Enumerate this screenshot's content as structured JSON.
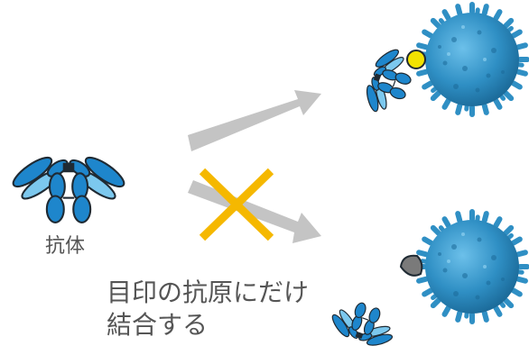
{
  "labels": {
    "antibody": "抗体",
    "caption_line1": "目印の抗原にだけ",
    "caption_line2": "結合する"
  },
  "colors": {
    "antibody_heavy": "#1e86cc",
    "antibody_light": "#7cc8ee",
    "antibody_outline": "#1f2a33",
    "cell": "#2f8fc4",
    "cell_dark": "#1b6a99",
    "antigen_match": "#f2e200",
    "antigen_nomatch": "#7a7a7a",
    "arrow": "#c4c4c4",
    "cross": "#f5b800",
    "text": "#555555"
  },
  "icons": {
    "antibody": "y-shaped-antibody-icon",
    "cell": "spiky-cell-icon",
    "antigen_match": "yellow-antigen-icon",
    "antigen_nomatch": "gray-antigen-icon",
    "arrow_success": "arrow-right-up-icon",
    "arrow_blocked": "arrow-right-down-icon",
    "cross": "x-cross-icon"
  }
}
